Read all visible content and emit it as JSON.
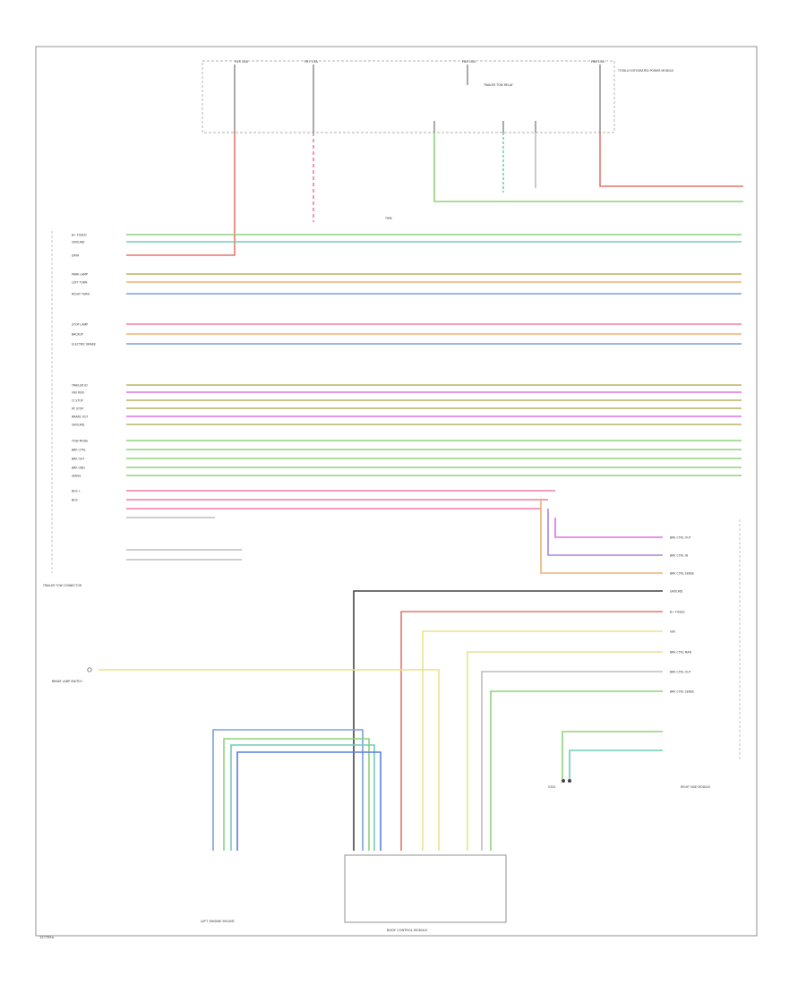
{
  "page": {
    "figure_id": "127795a",
    "bcm_label": "BODY CONTROL MODULE",
    "trailer_tow_label": "TRAILER TOW CONNECTOR",
    "ground_label": "G301",
    "left_module_label": "LEFT ENGINE MOUNT",
    "right_module_label": "RIGHT SIDE MODULE",
    "tail_text": "TIPM",
    "brake_switch_label": "BRAKE LAMP SWITCH"
  },
  "fuse_block": {
    "fuses": [
      "F43 10A",
      "F67 15A",
      "F80 10A",
      "F88 10A"
    ],
    "relay_label": "TRAILER TOW RELAY",
    "side_label": "TOTALLY INTEGRATED POWER MODULE"
  },
  "left_connector_pins": [
    "B+ FUSED",
    "GROUND",
    "DATA",
    "PARK LAMP",
    "LEFT TURN",
    "RIGHT TURN",
    "STOP LAMP",
    "BACKUP",
    "ELECTRIC BRAKE",
    "TRAILER ID",
    "IGN RUN",
    "LT STOP",
    "RT STOP",
    "BRAKE OUT",
    "GROUND",
    "TOW MODE",
    "BRK CTRL",
    "BRK OUT",
    "BRK GND",
    "SENSE",
    "BUS +",
    "BUS -"
  ],
  "right_module_pins": [
    "BRK CTRL OUT",
    "BRK CTRL IN",
    "BRK CTRL SENSE",
    "GROUND",
    "B+ FUSED",
    "IGN",
    "BRK CTRL MAN",
    "BRK CTRL OUT",
    "BRK CTRL SENSE"
  ],
  "colors": {
    "red": "#e8746e",
    "pink": "#f37aa0",
    "green": "#8fd27a",
    "teal": "#6fcfb6",
    "blue": "#7a9ee0",
    "olive": "#b8b460",
    "yellow": "#e7e28c",
    "orange": "#f0b070",
    "magenta": "#e070e0",
    "violet": "#a784e0",
    "gray": "#bdbdbd",
    "dark": "#444444"
  }
}
